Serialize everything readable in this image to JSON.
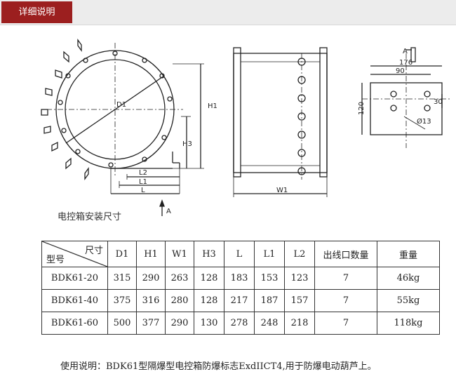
{
  "tab": {
    "label": "详细说明"
  },
  "drawing": {
    "front_labels": {
      "d1": "D1",
      "h1": "H1",
      "h3": "H3",
      "l2": "L2",
      "l1": "L1",
      "l": "L",
      "arrow": "A"
    },
    "side_labels": {
      "w1": "W1"
    },
    "bracket_labels": {
      "view": "A",
      "w176": "176",
      "w90": "90",
      "h120": "120",
      "h30": "30",
      "hole": "Ø13"
    },
    "caption": "电控箱安装尺寸"
  },
  "table": {
    "corner_top": "尺寸",
    "corner_bottom": "型号",
    "columns": [
      "D1",
      "H1",
      "W1",
      "H3",
      "L",
      "L1",
      "L2",
      "出线口数量",
      "重量"
    ],
    "rows": [
      [
        "BDK61-20",
        "315",
        "290",
        "263",
        "128",
        "183",
        "153",
        "123",
        "7",
        "46kg"
      ],
      [
        "BDK61-40",
        "375",
        "316",
        "280",
        "128",
        "217",
        "187",
        "157",
        "7",
        "55kg"
      ],
      [
        "BDK61-60",
        "500",
        "377",
        "290",
        "130",
        "278",
        "248",
        "218",
        "7",
        "118kg"
      ]
    ]
  },
  "usage": "使用说明：BDK61型隔爆型电控箱防爆标志ExdIICT4,用于防爆电动葫芦上。"
}
